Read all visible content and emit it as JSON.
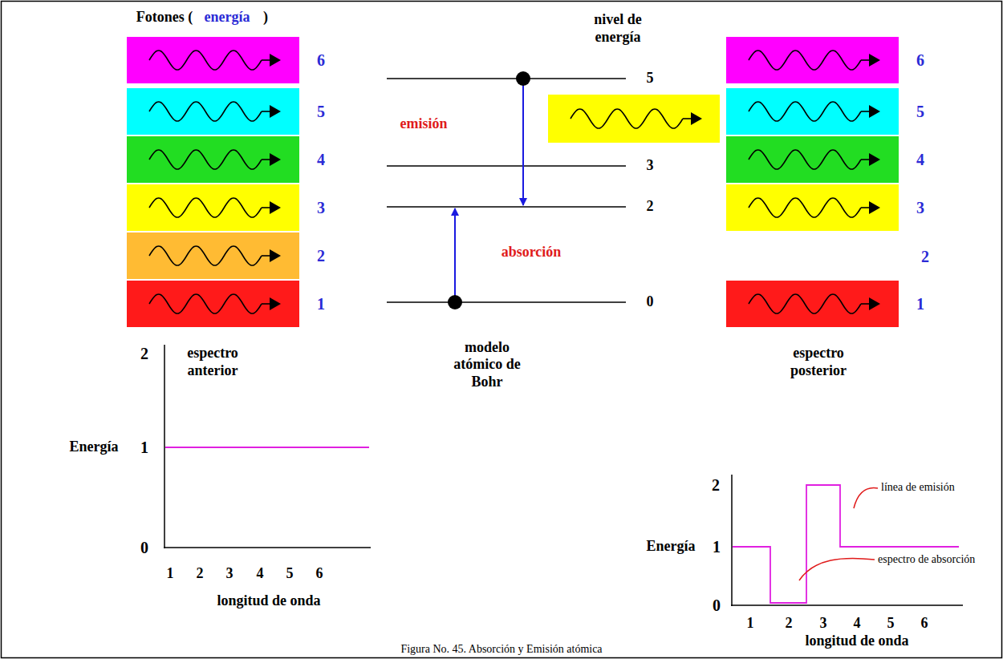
{
  "diagram": {
    "caption": "Figura No. 45. Absorción y Emisión atómica",
    "nodes": [
      {
        "text": [
          "6"
        ]
      },
      {
        "text": [
          "5"
        ]
      },
      {
        "text": [
          "4"
        ]
      },
      {
        "text": [
          "3"
        ]
      },
      {
        "text": [
          "2"
        ]
      },
      {
        "text": [
          "1"
        ]
      },
      {
        "text": [
          "6"
        ]
      },
      {
        "text": [
          "5"
        ]
      },
      {
        "text": [
          "4"
        ]
      },
      {
        "text": [
          "3"
        ]
      },
      {
        "text": [
          "1"
        ]
      }
    ],
    "labels": [
      "Fotones (",
      "energía",
      ")",
      "nivel de energía",
      "5",
      "3",
      "2",
      "0",
      "emisión",
      "absorción",
      "modelo atómico de Bohr",
      "espectro anterior",
      "espectro posterior",
      "2",
      "2",
      "Energía",
      "1",
      "0",
      "1",
      "2",
      "3",
      "4",
      "5",
      "6",
      "longitud de onda",
      "2",
      "Energía",
      "1",
      "0",
      "1",
      "2",
      "3",
      "4",
      "5",
      "6",
      "longitud de onda",
      "línea de emisión",
      "espectro de absorción"
    ]
  }
}
